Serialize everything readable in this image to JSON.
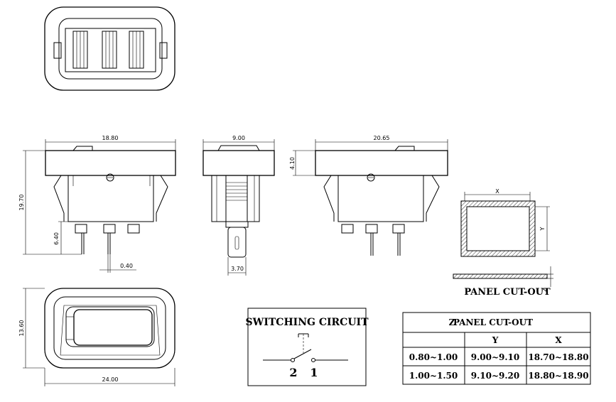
{
  "dimensions": {
    "front_width": "18.80",
    "side_width": "9.00",
    "right_width": "20.65",
    "height_total": "19.70",
    "flange_height": "4.10",
    "pin_length": "6.40",
    "pin_thickness": "0.40",
    "pin_width": "3.70",
    "bottom_height": "13.60",
    "bottom_width": "24.00"
  },
  "cutout": {
    "x_label": "X",
    "y_label": "Y",
    "z_label": "Z",
    "title": "PANEL CUT-OUT"
  },
  "circuit": {
    "title": "SWITCHING CIRCUIT",
    "pin_left": "2",
    "pin_right": "1"
  },
  "table": {
    "header_z": "Z",
    "header_title": "PANEL CUT-OUT",
    "col_y": "Y",
    "col_x": "X",
    "rows": [
      {
        "z": "0.80~1.00",
        "y": "9.00~9.10",
        "x": "18.70~18.80"
      },
      {
        "z": "1.00~1.50",
        "y": "9.10~9.20",
        "x": "18.80~18.90"
      }
    ]
  }
}
